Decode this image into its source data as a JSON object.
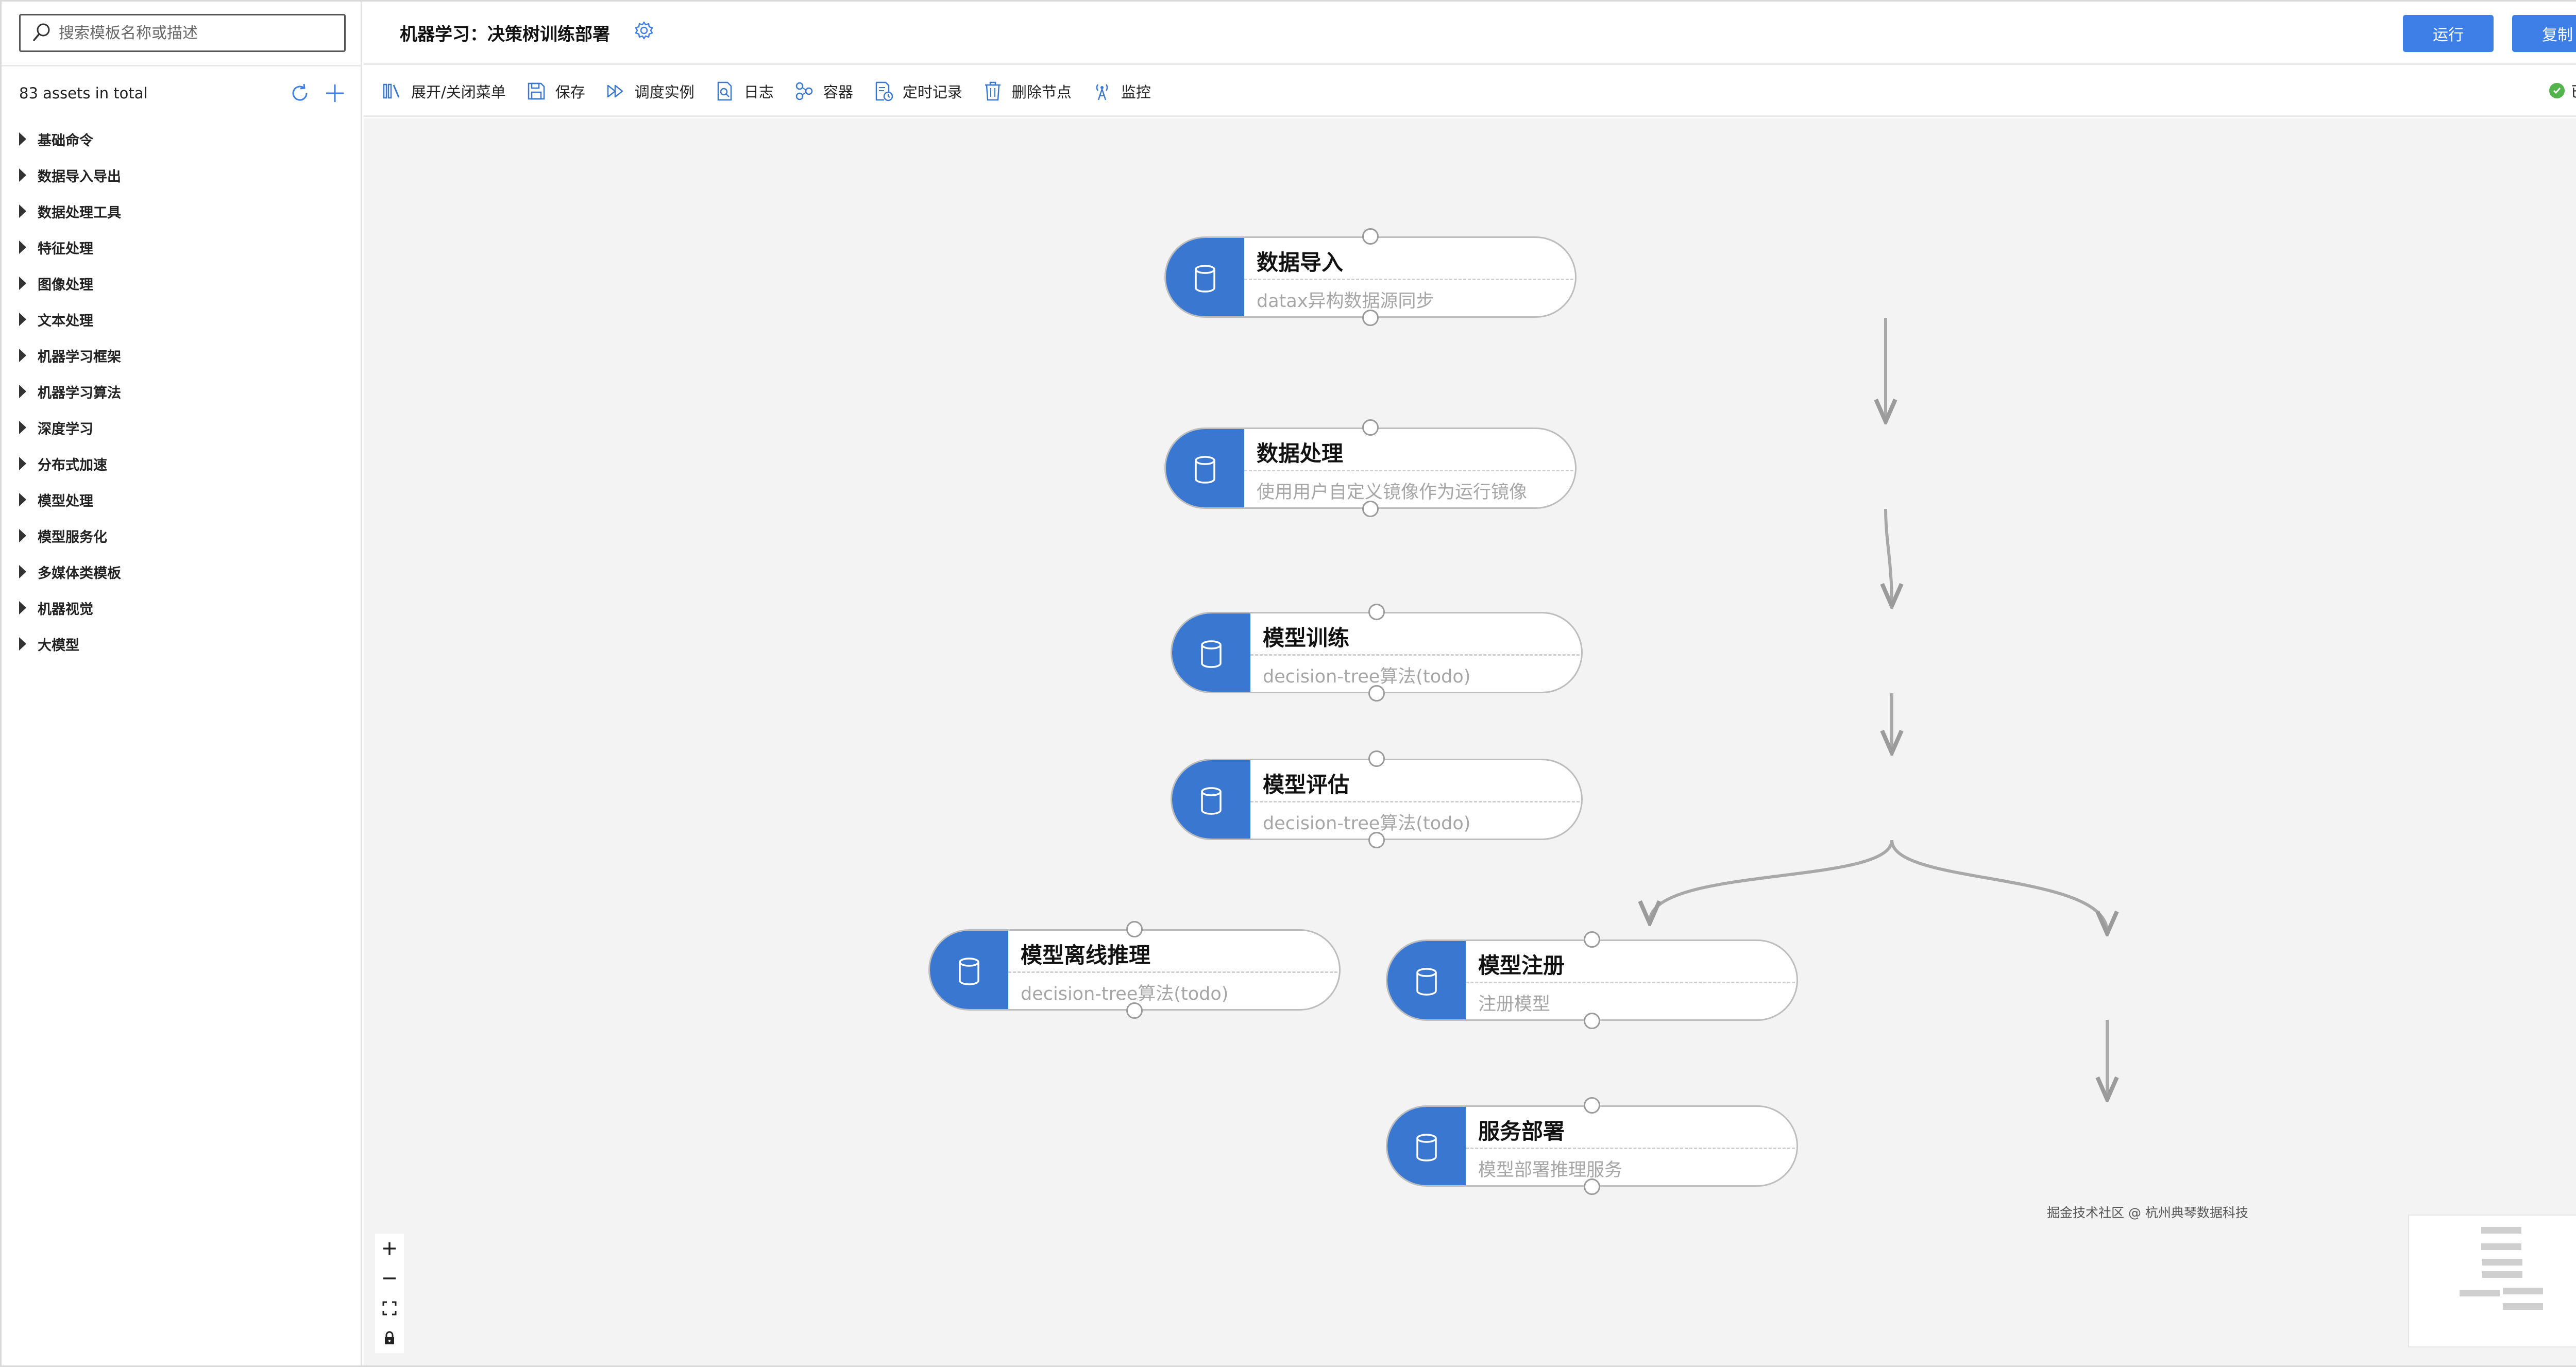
{
  "sidebar": {
    "search_placeholder": "搜索模板名称或描述",
    "assets_count": "83 assets in total",
    "categories": [
      "基础命令",
      "数据导入导出",
      "数据处理工具",
      "特征处理",
      "图像处理",
      "文本处理",
      "机器学习框架",
      "机器学习算法",
      "深度学习",
      "分布式加速",
      "模型处理",
      "模型服务化",
      "多媒体类模板",
      "机器视觉",
      "大模型"
    ]
  },
  "header": {
    "title": "机器学习：决策树训练部署",
    "run_label": "运行",
    "copy_label": "复制"
  },
  "toolbar": {
    "items": [
      "展开/关闭菜单",
      "保存",
      "调度实例",
      "日志",
      "容器",
      "定时记录",
      "删除节点",
      "监控"
    ],
    "saved_label": "已保存"
  },
  "colors": {
    "accent": "#3d7fe6",
    "node_icon": "#3a77d0",
    "saved": "#52b44a",
    "canvas": "#f3f3f3"
  },
  "nodes": [
    {
      "title": "数据导入",
      "subtitle": "datax异构数据源同步",
      "icon": "database-icon"
    },
    {
      "title": "数据处理",
      "subtitle": "使用用户自定义镜像作为运行镜像",
      "icon": "database-icon"
    },
    {
      "title": "模型训练",
      "subtitle": "decision-tree算法(todo)",
      "icon": "database-icon"
    },
    {
      "title": "模型评估",
      "subtitle": "decision-tree算法(todo)",
      "icon": "database-icon"
    },
    {
      "title": "模型离线推理",
      "subtitle": "decision-tree算法(todo)",
      "icon": "database-icon"
    },
    {
      "title": "模型注册",
      "subtitle": "注册模型",
      "icon": "database-icon"
    },
    {
      "title": "服务部署",
      "subtitle": "模型部署推理服务",
      "icon": "database-icon"
    }
  ],
  "watermark": "掘金技术社区 @ 杭州典琴数据科技"
}
